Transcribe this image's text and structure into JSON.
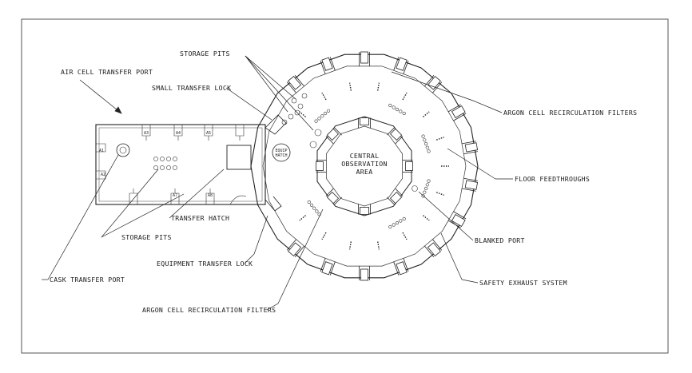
{
  "labels": {
    "air_cell_transfer_port": "AIR CELL TRANSFER PORT",
    "storage_pits_top": "STORAGE PITS",
    "small_transfer_lock": "SMALL TRANSFER LOCK",
    "argon_filters_right": "ARGON CELL RECIRCULATION FILTERS",
    "floor_feedthroughs": "FLOOR FEEDTHROUGHS",
    "blanked_port": "BLANKED PORT",
    "safety_exhaust_system": "SAFETY EXHAUST SYSTEM",
    "argon_filters_bottom": "ARGON CELL RECIRCULATION FILTERS",
    "equipment_transfer_lock": "EQUIPMENT TRANSFER LOCK",
    "transfer_hatch": "TRANSFER HATCH",
    "storage_pits_bottom": "STORAGE PITS",
    "cask_transfer_port": "CASK TRANSFER PORT",
    "central_observation_line1": "CENTRAL",
    "central_observation_line2": "OBSERVATION",
    "central_observation_line3": "AREA",
    "equipment_hatch_line1": "EQUIP",
    "equipment_hatch_line2": "HATCH"
  }
}
